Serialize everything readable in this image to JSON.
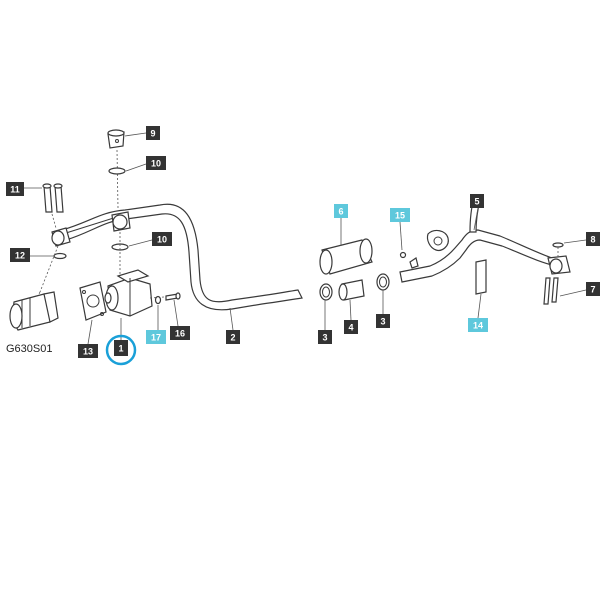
{
  "diagram_code": "G630S01",
  "colors": {
    "callout_dark": "#333333",
    "callout_highlight": "#5ec8dc",
    "selection_ring": "#1aa0d8",
    "line": "#3a3a3a"
  },
  "callouts": [
    {
      "id": "c9",
      "label": "9",
      "style": "dark"
    },
    {
      "id": "c10a",
      "label": "10",
      "style": "dark"
    },
    {
      "id": "c11",
      "label": "11",
      "style": "dark"
    },
    {
      "id": "c12",
      "label": "12",
      "style": "dark"
    },
    {
      "id": "c10b",
      "label": "10",
      "style": "dark"
    },
    {
      "id": "c13",
      "label": "13",
      "style": "dark"
    },
    {
      "id": "c1",
      "label": "1",
      "style": "dark",
      "selected": true
    },
    {
      "id": "c17",
      "label": "17",
      "style": "highlight"
    },
    {
      "id": "c16",
      "label": "16",
      "style": "dark"
    },
    {
      "id": "c2",
      "label": "2",
      "style": "dark"
    },
    {
      "id": "c6",
      "label": "6",
      "style": "highlight"
    },
    {
      "id": "c15",
      "label": "15",
      "style": "highlight"
    },
    {
      "id": "c5",
      "label": "5",
      "style": "dark"
    },
    {
      "id": "c8",
      "label": "8",
      "style": "dark"
    },
    {
      "id": "c7",
      "label": "7",
      "style": "dark"
    },
    {
      "id": "c3a",
      "label": "3",
      "style": "dark"
    },
    {
      "id": "c4",
      "label": "4",
      "style": "dark"
    },
    {
      "id": "c3b",
      "label": "3",
      "style": "dark"
    },
    {
      "id": "c14",
      "label": "14",
      "style": "highlight"
    }
  ]
}
